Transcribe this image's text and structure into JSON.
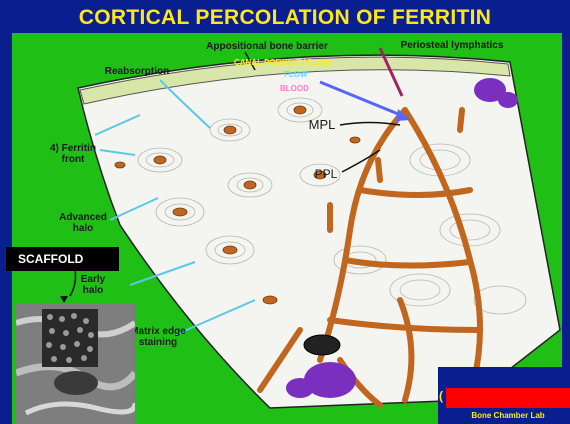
{
  "title": "CORTICAL PERCOLATION OF FERRITIN",
  "labels": {
    "appositional": "Appositional bone barrier",
    "periosteal": "Periosteal lymphatics",
    "reabsorption": "Reabsorption",
    "ferritin_front": "4) Ferritin front",
    "mpl": "MPL",
    "ppl": "PPL",
    "advanced_halo": "Advanced halo",
    "early_halo": "Early halo",
    "matrix_edge": "Matrix edge staining"
  },
  "flow_labels": {
    "canal": "CANAL POROSITY FLUID",
    "flow": "FLOW",
    "blood": "BLOOD"
  },
  "scaffold": "SCAFFOLD",
  "lab": {
    "name": "Bone Chamber Lab",
    "paren": "("
  },
  "colors": {
    "background": "#0a1f8f",
    "panel": "#1fbf16",
    "title": "#ffe81a",
    "bone": "#f4f4f0",
    "vessel": "#c0661e",
    "lymph": "#7b2fbf"
  }
}
